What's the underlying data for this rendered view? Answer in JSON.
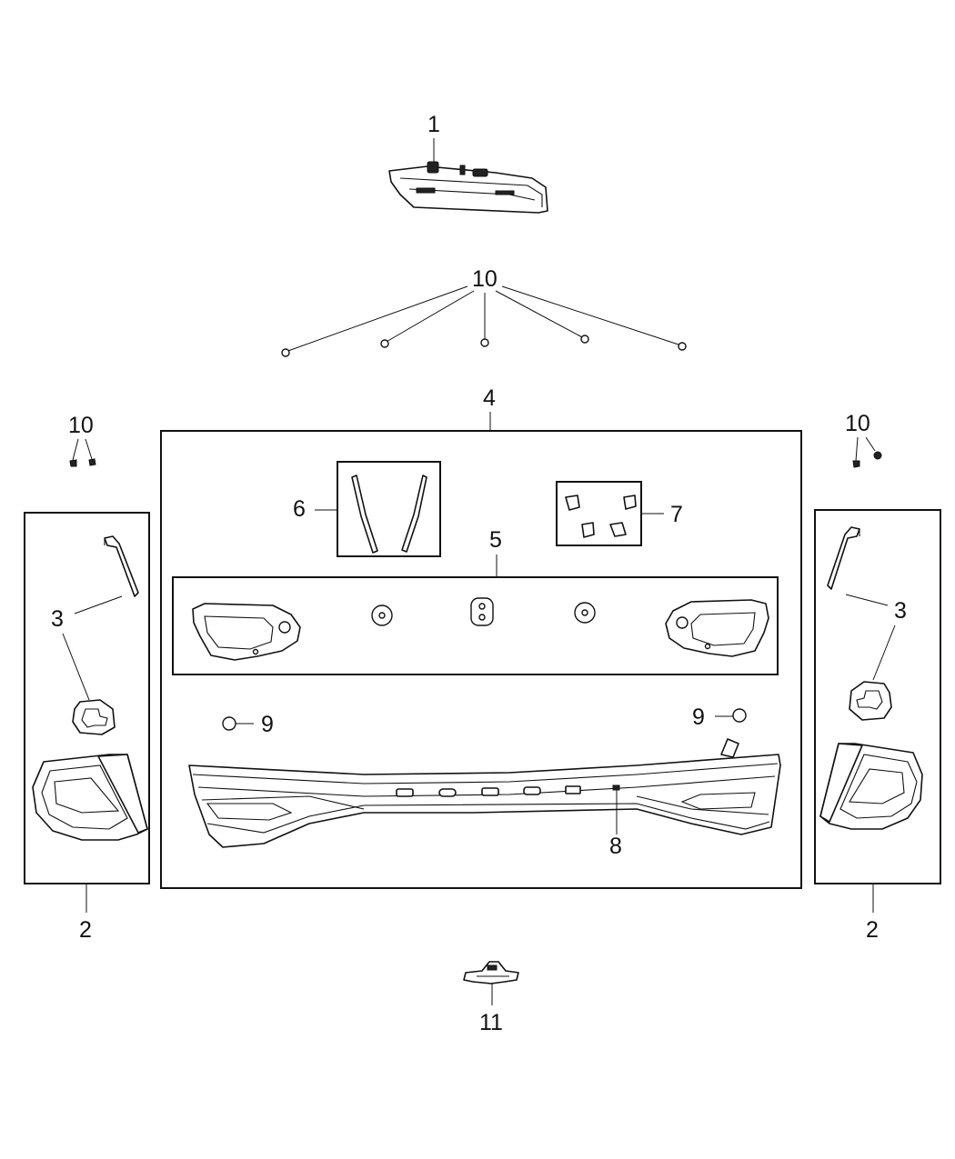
{
  "callouts": {
    "c1": "1",
    "c10_top": "10",
    "c4": "4",
    "c10_left": "10",
    "c10_right": "10",
    "c6": "6",
    "c7": "7",
    "c5": "5",
    "c3_left": "3",
    "c3_right": "3",
    "c9_left": "9",
    "c9_right": "9",
    "c8": "8",
    "c2_left": "2",
    "c2_right": "2",
    "c11": "11"
  },
  "icons": {
    "part1": "high-mount-stop-lamp",
    "part2": "tail-lamp-assembly",
    "part3": "tail-lamp-gasket-and-bracket",
    "part5": "gasket-kit",
    "part6": "seal-strips",
    "part7": "clips",
    "part8": "rear-panel-lamp",
    "part9": "grommet",
    "part10": "nut",
    "part11": "license-lamp"
  },
  "colors": {
    "line": "#111111",
    "background": "#ffffff"
  }
}
